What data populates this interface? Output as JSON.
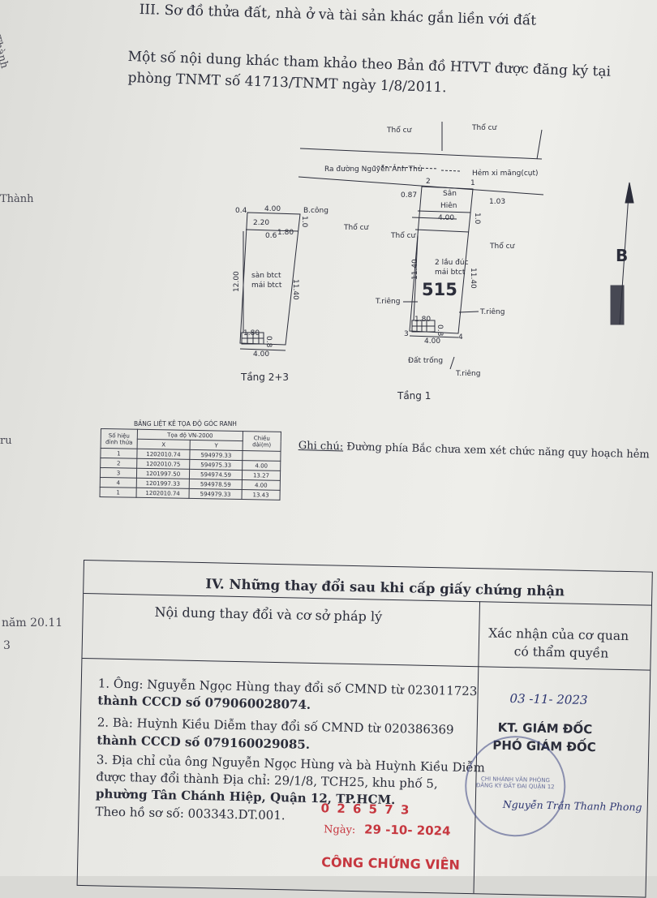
{
  "section_title": "III. Sơ đồ thửa đất, nhà ở và tài sản khác gắn liền với đất",
  "reference_line1": "Một số nội dung khác tham khảo theo Bản đồ HTVT được đăng ký tại",
  "reference_line2": "phòng TNMT số 41713/TNMT ngày  1/8/2011.",
  "margin": {
    "top": "Thành",
    "mid": "Thành",
    "lower": "ru",
    "date": "năm 20.11",
    "mark": "3"
  },
  "sketch": {
    "labels": {
      "tho_cu": "Thổ cư",
      "road": "Ra đường Nguyễn Ảnh Thủ",
      "alley": "Hẻm xi măng(cụt)",
      "san_vuon": "Sân",
      "hien": "Hiên",
      "bcong": "B.công",
      "floor_desc1": "sàn btct",
      "floor_desc2": "mái btct",
      "lot_desc1": "2 lầu đúc",
      "lot_desc2": "mái btct",
      "lot_number": "515",
      "t_rieng": "T.riêng",
      "dat_trong": "Đất trống",
      "floor_23": "Tầng 2+3",
      "floor_1": "Tầng 1",
      "north": "B"
    },
    "dims": {
      "d04": "0.4",
      "d400": "4.00",
      "d220": "2.20",
      "d06": "0.6",
      "d180": "1.80",
      "d10": "1.0",
      "d1200": "12.00",
      "d1140": "11.40",
      "d08": "0.8",
      "d087": "0.87",
      "d103": "1.03"
    },
    "corners": [
      "1",
      "2",
      "3",
      "4"
    ]
  },
  "coord_table": {
    "title": "BẢNG LIỆT KÊ TỌA ĐỘ GÓC RANH",
    "header_no": "Số hiệu đỉnh thửa",
    "header_sys": "Tọa độ VN-2000",
    "header_x": "X",
    "header_y": "Y",
    "header_len": "Chiều dài(m)",
    "rows": [
      {
        "no": "1",
        "x": "1202010.74",
        "y": "594979.33",
        "len": ""
      },
      {
        "no": "2",
        "x": "1202010.75",
        "y": "594975.33",
        "len": "4.00"
      },
      {
        "no": "3",
        "x": "1201997.50",
        "y": "594974.59",
        "len": "13.27"
      },
      {
        "no": "4",
        "x": "1201997.33",
        "y": "594978.59",
        "len": "4.00"
      },
      {
        "no": "1",
        "x": "1202010.74",
        "y": "594979.33",
        "len": "13.43"
      }
    ]
  },
  "note_label": "Ghi chú:",
  "note_text": " Đường phía Bắc chưa xem xét chức năng quy hoạch hẻm",
  "changes": {
    "title": "IV. Những thay đổi sau khi cấp giấy chứng nhận",
    "col1_header": "Nội dung thay đổi và cơ sở pháp lý",
    "col2_header1": "Xác nhận của cơ quan",
    "col2_header2": "có thẩm quyền",
    "lines": [
      "1. Ông: Nguyễn Ngọc Hùng thay đổi số CMND từ 023011723",
      "thành CCCD số 079060028074.",
      "2. Bà: Huỳnh Kiều Diễm thay đổi số CMND từ 020386369",
      "thành CCCD số 079160029085.",
      "3. Địa chỉ của ông Nguyễn Ngọc Hùng và bà Huỳnh Kiều Diễm",
      "được thay đổi thành Địa chỉ: 29/1/8, TCH25, khu phố 5,",
      "phường Tân Chánh Hiệp, Quận 12, TP.HCM.",
      "Theo hồ sơ số: 003343.DT.001."
    ],
    "confirm_date": "03 -11- 2023",
    "signer_title1": "KT. GIÁM ĐỐC",
    "signer_title2": "PHÓ GIÁM ĐỐC",
    "signer_name": "Nguyễn Trần Thanh Phong",
    "stamp_serial": "0 2 6 5 7 3",
    "stamp_date_label": "Ngày:",
    "stamp_date": "29 -10- 2024",
    "notary_stamp": "CÔNG CHỨNG VIÊN",
    "round_stamp_text": "CHI NHÁNH VĂN PHÒNG ĐĂNG KÝ ĐẤT ĐAI QUẬN 12"
  }
}
